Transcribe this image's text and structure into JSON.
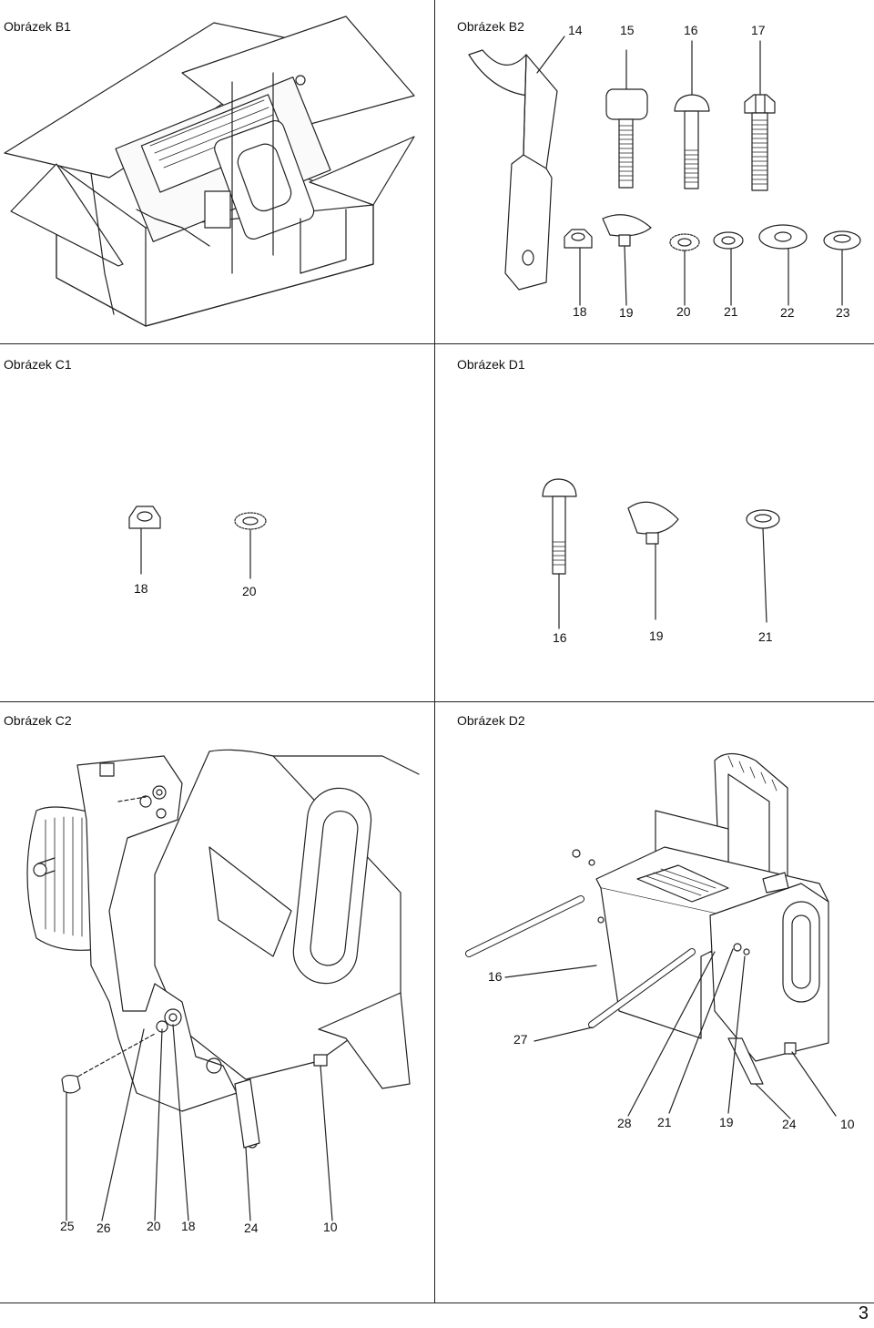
{
  "panels": {
    "b1": {
      "title": "Obrázek B1"
    },
    "b2": {
      "title": "Obrázek B2",
      "top_labels": [
        "14",
        "15",
        "16",
        "17"
      ],
      "bottom_labels": [
        "18",
        "19",
        "20",
        "21",
        "22",
        "23"
      ]
    },
    "c1": {
      "title": "Obrázek C1",
      "labels": [
        "18",
        "20"
      ]
    },
    "d1": {
      "title": "Obrázek D1",
      "labels": [
        "16",
        "19",
        "21"
      ]
    },
    "c2": {
      "title": "Obrázek C2",
      "labels": [
        "25",
        "26",
        "20",
        "18",
        "24",
        "10"
      ]
    },
    "d2": {
      "title": "Obrázek D2",
      "side_labels": [
        "16",
        "27"
      ],
      "bottom_labels": [
        "28",
        "21",
        "19",
        "24",
        "10"
      ]
    }
  },
  "page_number": "3"
}
